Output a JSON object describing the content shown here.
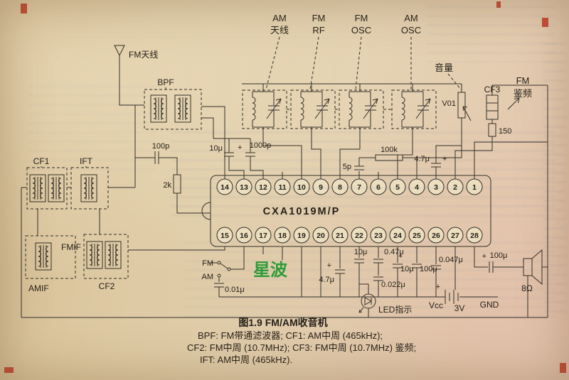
{
  "figure": {
    "caption": "图1.9  FM/AM收音机",
    "note1": "BPF: FM带通滤波器;   CF1: AM中周 (465kHz);",
    "note2": "CF2: FM中周 (10.7MHz);   CF3: FM中周 (10.7MHz) 鉴频;",
    "note3": "IFT: AM中周 (465kHz).",
    "watermark": "星波"
  },
  "ic": {
    "name": "CXA1019M/P",
    "top_pins": [
      "14",
      "13",
      "12",
      "11",
      "10",
      "9",
      "8",
      "7",
      "6",
      "5",
      "4",
      "3",
      "2",
      "1"
    ],
    "bottom_pins": [
      "15",
      "16",
      "17",
      "18",
      "19",
      "20",
      "21",
      "22",
      "23",
      "24",
      "25",
      "26",
      "27",
      "28"
    ]
  },
  "labels": {
    "fm_antenna": "FM天线",
    "am_ant_1": "AM",
    "am_ant_2": "天线",
    "fm_rf_1": "FM",
    "fm_rf_2": "RF",
    "fm_osc_1": "FM",
    "fm_osc_2": "OSC",
    "am_osc_1": "AM",
    "am_osc_2": "OSC",
    "volume": "音量",
    "fm_det_1": "FM",
    "fm_det_2": "鉴频",
    "bpf": "BPF",
    "cf1": "CF1",
    "ift": "IFT",
    "cf2": "CF2",
    "cf3": "CF3",
    "fmif": "FMIF",
    "amif": "AMIF",
    "pot": "V01",
    "r150": "150",
    "r2k": "2k",
    "r100k": "100k",
    "c100p": "100p",
    "c10u_top": "10μ",
    "c1000p": "1000p",
    "c5p": "5p",
    "c4u7_top": "4.7μ",
    "sw_fm": "FM",
    "sw_am": "AM",
    "c001u": "0.01μ",
    "c4u7_bot": "4.7μ",
    "c10u_b": "10μ",
    "c047u": "0.47μ",
    "c0022u": "0.022μ",
    "c10u_c": "10μ",
    "c100u_a": "100μ",
    "c0047u": "0.047μ",
    "c100u_b": "100μ",
    "spk": "8Ω",
    "led": "LED指示",
    "vcc": "Vcc",
    "batt": "3V",
    "gnd": "GND",
    "plus": "+"
  }
}
